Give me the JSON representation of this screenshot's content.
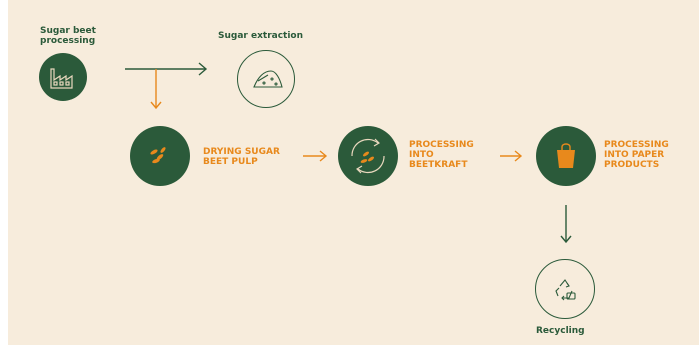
{
  "steps": {
    "sugar_beet_processing": "Sugar beet\nprocessing",
    "sugar_extraction": "Sugar extraction",
    "drying_pulp": "DRYING SUGAR\nBEET PULP",
    "processing_beetkraft": "PROCESSING\nINTO\nBEETKRAFT",
    "processing_paper": "PROCESSING\nINTO PAPER\nPRODUCTS",
    "recycling": "Recycling"
  },
  "icons": {
    "factory": "factory-icon",
    "sugar": "sugar-pile-icon",
    "pulp": "beet-pulp-icon",
    "cycle": "processing-cycle-icon",
    "bag": "paper-bag-icon",
    "recycle": "recycle-icon"
  },
  "colors": {
    "background": "#f7ecdc",
    "green": "#2b5a3a",
    "orange": "#e8891c"
  }
}
